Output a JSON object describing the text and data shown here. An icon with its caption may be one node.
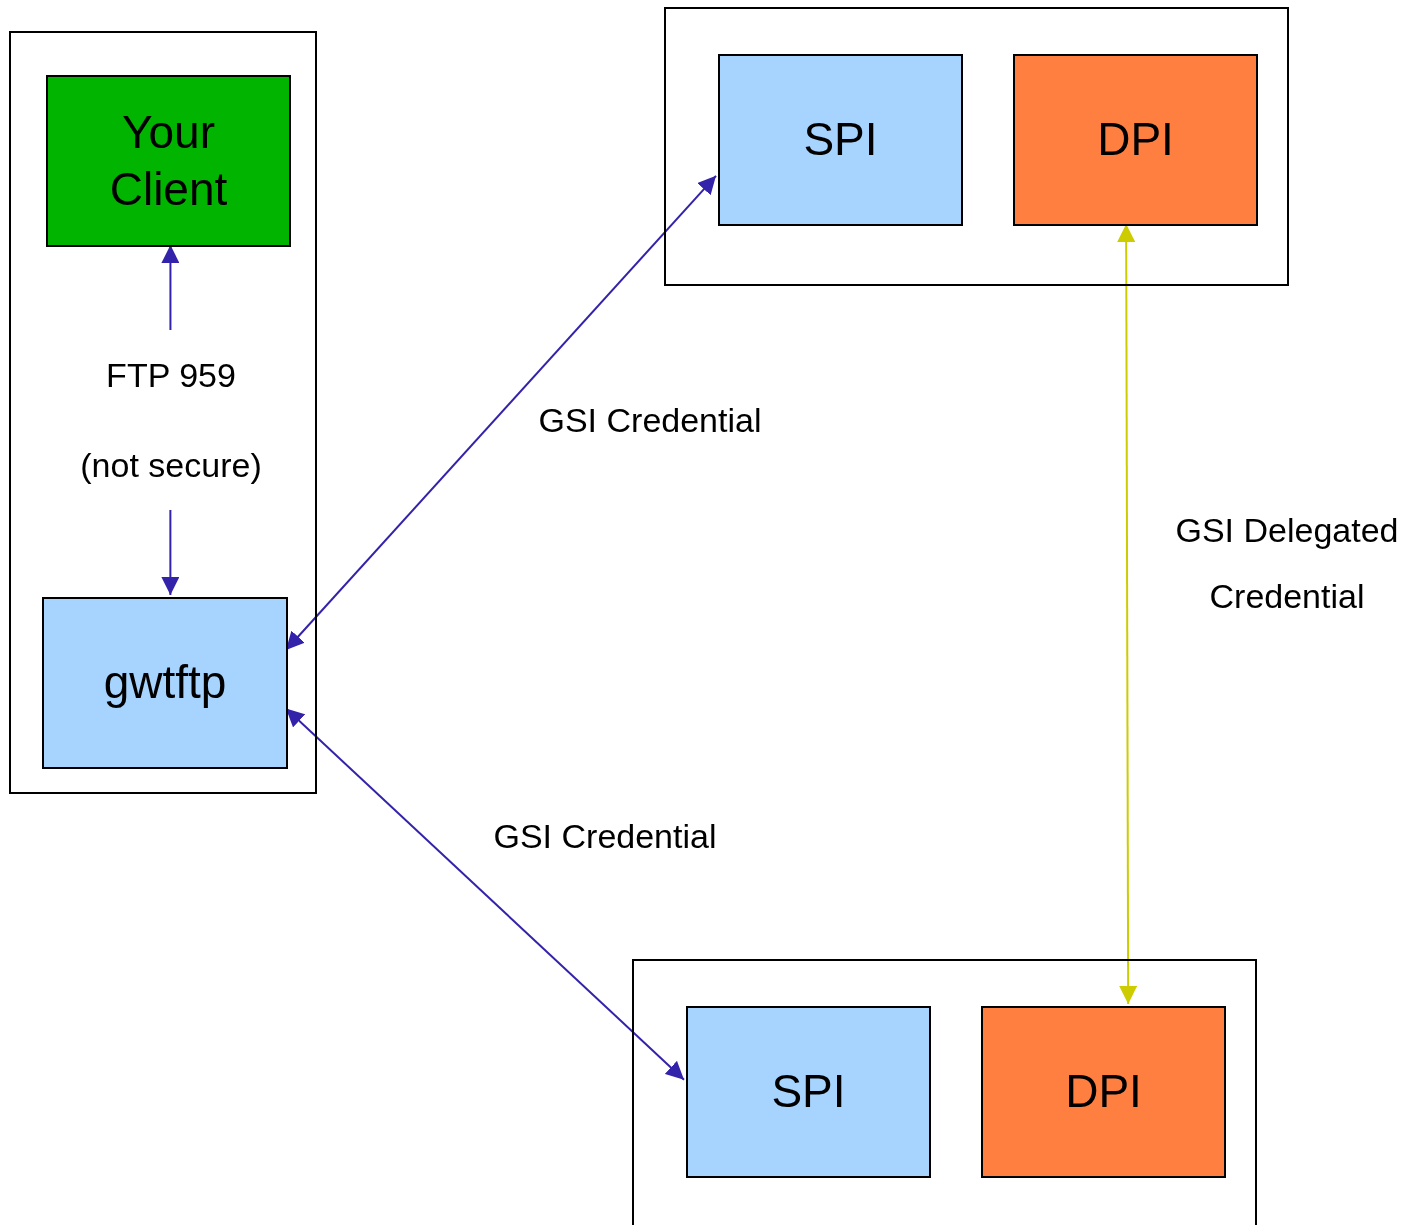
{
  "diagram": {
    "nodes": [
      {
        "text": [],
        "shape": "box"
      },
      {
        "text": [
          "Your Client"
        ],
        "in": 0
      },
      {
        "text": [
          "gwtftp"
        ],
        "in": 0
      },
      {
        "text": [],
        "shape": "box"
      },
      {
        "text": [
          "SPI"
        ],
        "in": 3
      },
      {
        "text": [
          "DPI"
        ],
        "in": 3
      },
      {
        "text": [],
        "shape": "box"
      },
      {
        "text": [
          "SPI"
        ],
        "in": 6
      },
      {
        "text": [
          "DPI"
        ],
        "in": 6
      }
    ],
    "edges": [
      {
        "from": 1,
        "to": 2,
        "arrow": "both",
        "label": "FTP 959 (not secure)"
      },
      {
        "from": 2,
        "to": 4,
        "arrow": "both",
        "label": "GSI Credential"
      },
      {
        "from": 2,
        "to": 7,
        "arrow": "both",
        "label": "GSI Credential"
      },
      {
        "from": 5,
        "to": 8,
        "arrow": "both",
        "label": "GSI Delegated Credential",
        "color": "#cccc00"
      }
    ]
  }
}
